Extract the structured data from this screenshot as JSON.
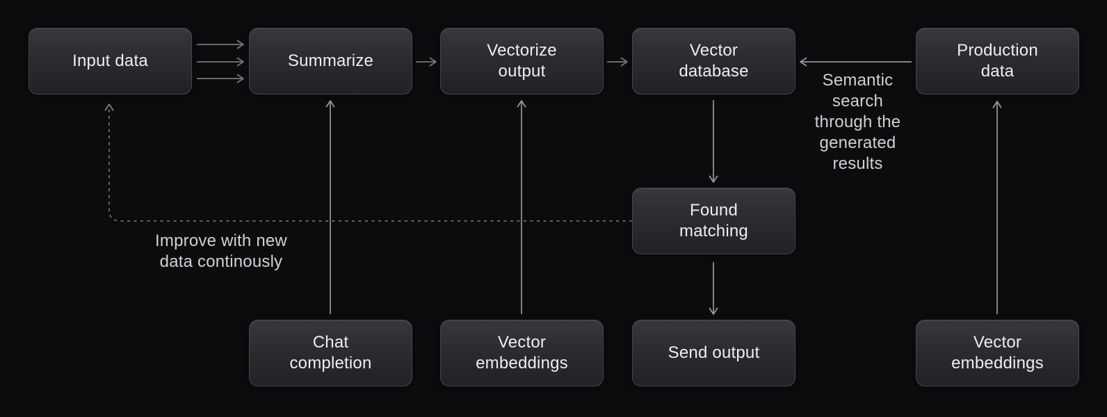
{
  "diagram": {
    "colors": {
      "background": "#0c0c0e",
      "box_fill_top": "#36383d",
      "box_fill_bottom": "#202226",
      "box_border": "#45474d",
      "box_text": "#edeef0",
      "line_dim": "#76787d",
      "line_bright": "#96989c",
      "dashed_line": "#7e8085",
      "annotation_text": "#cfd1d4"
    },
    "nodes": {
      "input_data": {
        "label": "Input data"
      },
      "summarize": {
        "label": "Summarize"
      },
      "vectorize_output": {
        "label": "Vectorize\noutput"
      },
      "vector_database": {
        "label": "Vector\ndatabase"
      },
      "production_data": {
        "label": "Production\ndata"
      },
      "found_matching": {
        "label": "Found\nmatching"
      },
      "chat_completion": {
        "label": "Chat\ncompletion"
      },
      "vector_embeddings_left": {
        "label": "Vector\nembeddings"
      },
      "send_output": {
        "label": "Send output"
      },
      "vector_embeddings_right": {
        "label": "Vector\nembeddings"
      }
    },
    "annotations": {
      "semantic_search": "Semantic\nsearch\nthrough the\ngenerated\nresults",
      "improve": "Improve with new\ndata continously"
    },
    "edges": [
      {
        "from": "input_data",
        "to": "summarize",
        "style": "triple-solid-arrow"
      },
      {
        "from": "summarize",
        "to": "vectorize_output",
        "style": "solid-arrow"
      },
      {
        "from": "vectorize_output",
        "to": "vector_database",
        "style": "solid-arrow"
      },
      {
        "from": "production_data",
        "to": "vector_database",
        "style": "solid-arrow",
        "label": "semantic_search"
      },
      {
        "from": "vector_database",
        "to": "found_matching",
        "style": "solid-arrow"
      },
      {
        "from": "found_matching",
        "to": "send_output",
        "style": "solid-arrow"
      },
      {
        "from": "chat_completion",
        "to": "summarize",
        "style": "solid-arrow"
      },
      {
        "from": "vector_embeddings_left",
        "to": "vectorize_output",
        "style": "solid-arrow"
      },
      {
        "from": "vector_embeddings_right",
        "to": "production_data",
        "style": "solid-arrow"
      },
      {
        "from": "found_matching",
        "to": "input_data",
        "style": "dashed-arrow",
        "label": "improve"
      }
    ]
  }
}
